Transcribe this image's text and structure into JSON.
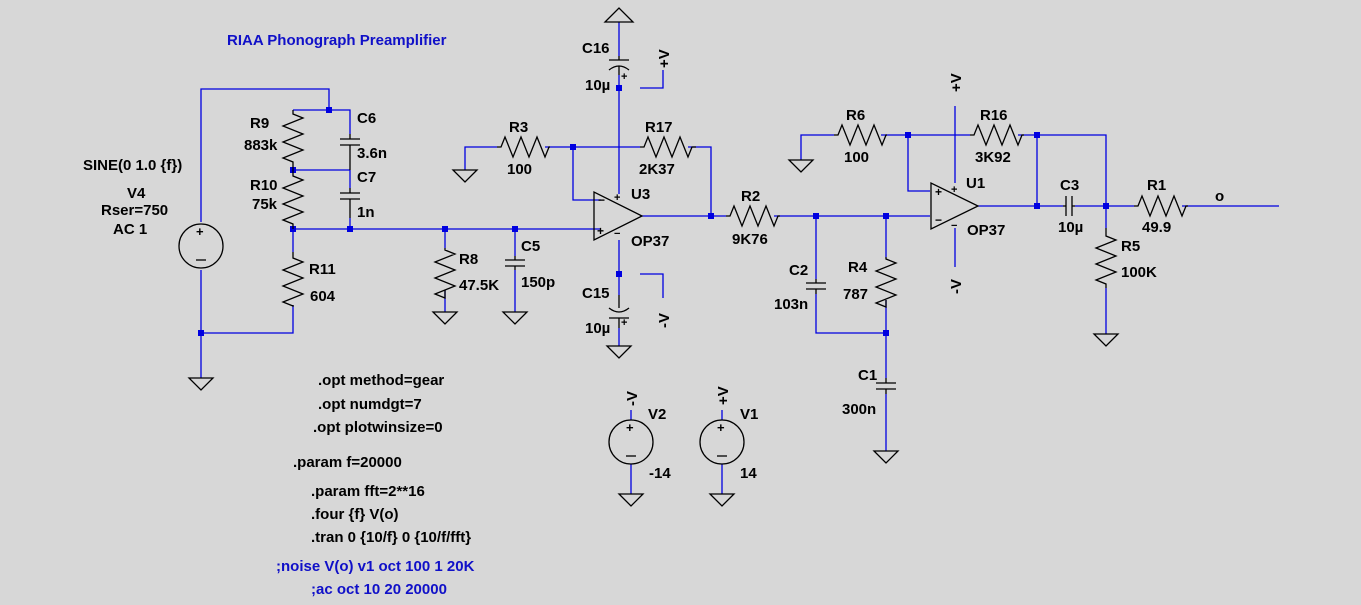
{
  "title": "RIAA Phonograph Preamplifier",
  "source": {
    "ref": "V4",
    "value": "SINE(0 1.0 {f})",
    "rser": "Rser=750",
    "ac": "AC 1"
  },
  "components": {
    "R9": {
      "ref": "R9",
      "value": "883k"
    },
    "R10": {
      "ref": "R10",
      "value": "75k"
    },
    "R11": {
      "ref": "R11",
      "value": "604"
    },
    "C6": {
      "ref": "C6",
      "value": "3.6n"
    },
    "C7": {
      "ref": "C7",
      "value": "1n"
    },
    "R8": {
      "ref": "R8",
      "value": "47.5K"
    },
    "C5": {
      "ref": "C5",
      "value": "150p"
    },
    "R3": {
      "ref": "R3",
      "value": "100"
    },
    "R17": {
      "ref": "R17",
      "value": "2K37"
    },
    "C16": {
      "ref": "C16",
      "value": "10µ"
    },
    "C15": {
      "ref": "C15",
      "value": "10µ"
    },
    "U3": {
      "ref": "U3",
      "value": "OP37"
    },
    "R2": {
      "ref": "R2",
      "value": "9K76"
    },
    "C2": {
      "ref": "C2",
      "value": "103n"
    },
    "R4": {
      "ref": "R4",
      "value": "787"
    },
    "C1": {
      "ref": "C1",
      "value": "300n"
    },
    "R6": {
      "ref": "R6",
      "value": "100"
    },
    "R16": {
      "ref": "R16",
      "value": "3K92"
    },
    "U1": {
      "ref": "U1",
      "value": "OP37"
    },
    "C3": {
      "ref": "C3",
      "value": "10µ"
    },
    "R1": {
      "ref": "R1",
      "value": "49.9"
    },
    "R5": {
      "ref": "R5",
      "value": "100K"
    },
    "V2": {
      "ref": "V2",
      "value": "-14"
    },
    "V1": {
      "ref": "V1",
      "value": "14"
    }
  },
  "net_labels": {
    "vpos": "+V",
    "vneg": "-V",
    "out": "o"
  },
  "directives": {
    "opt_method": ".opt method=gear",
    "opt_numdgt": ".opt numdgt=7",
    "opt_plotwinsize": ".opt plotwinsize=0",
    "param_f": ".param f=20000",
    "param_fft": ".param fft=2**16",
    "four": ".four {f} V(o)",
    "tran": ".tran 0 {10/f} 0 {10/f/fft}"
  },
  "comments": {
    "noise": ";noise V(o) v1 oct 100 1 20K",
    "ac": ";ac oct 10 20 20000"
  },
  "colors": {
    "background": "#d7d7d7",
    "wire": "#0000e0",
    "component": "#000000",
    "comment": "#1010c8",
    "title": "#1010c8"
  }
}
